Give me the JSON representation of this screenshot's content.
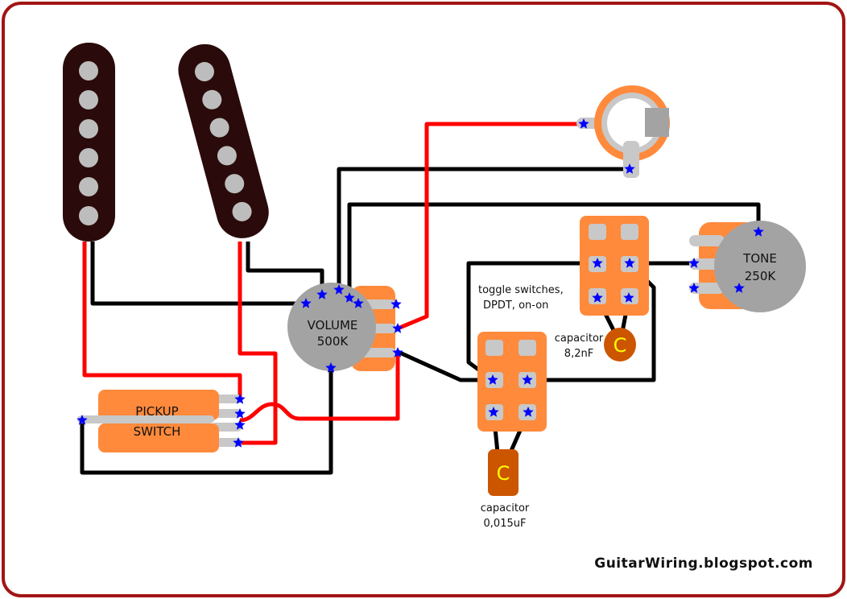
{
  "diagram": {
    "volume_pot": {
      "name": "VOLUME",
      "value": "500K"
    },
    "tone_pot": {
      "name": "TONE",
      "value": "250K"
    },
    "pickup_switch": {
      "line1": "PICKUP",
      "line2": "SWITCH"
    },
    "toggle_note": {
      "line1": "toggle switches,",
      "line2": "DPDT, on-on"
    },
    "capacitor_small": {
      "symbol": "C",
      "label": "capacitor",
      "value": "8,2nF"
    },
    "capacitor_large": {
      "symbol": "C",
      "label": "capacitor",
      "value": "0,015uF"
    },
    "watermark": "GuitarWiring.blogspot.com"
  },
  "colors": {
    "frame": "#a31515",
    "wire_black": "#000000",
    "wire_red": "#ff0000",
    "pot_body": "#a3a3a3",
    "component_orange": "#ff8a3c",
    "lug_gray": "#c8c8c8",
    "solder_blue": "#0000ff",
    "pickup_body": "#2a0a0a",
    "pole_piece": "#bdbdbd",
    "capacitor_brown": "#cc5500",
    "capacitor_text": "#ffff00"
  }
}
